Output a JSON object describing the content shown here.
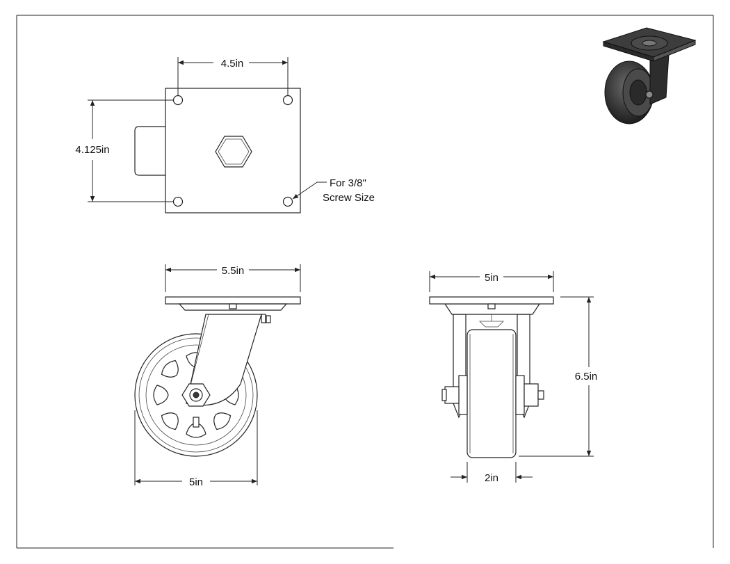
{
  "drawing": {
    "top_view": {
      "width_dim": "4.5in",
      "height_dim": "4.125in",
      "hole_note_line1": "For 3/8\"",
      "hole_note_line2": "Screw Size"
    },
    "front_view": {
      "plate_dim": "5.5in",
      "wheel_dim": "5in"
    },
    "side_view": {
      "plate_dim": "5in",
      "height_dim": "6.5in",
      "tread_dim": "2in"
    }
  },
  "colors": {
    "line": "#222222",
    "wheel_dark": "#3a3a3a",
    "background": "#ffffff"
  }
}
